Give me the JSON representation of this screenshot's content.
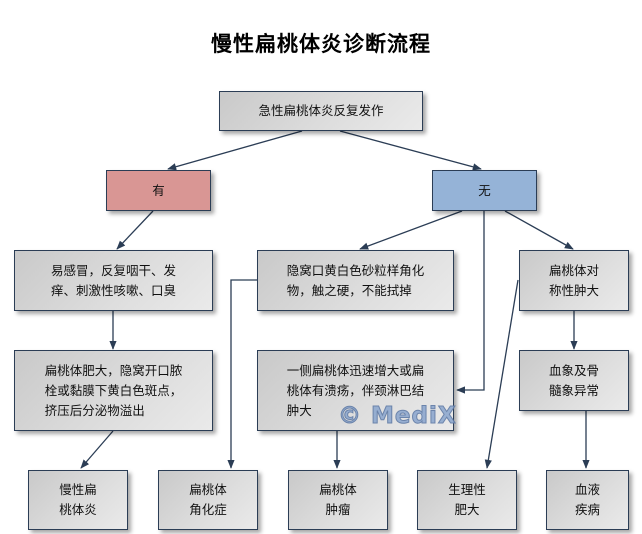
{
  "title": "慢性扁桃体炎诊断流程",
  "colors": {
    "yes_fill": "#d99694",
    "no_fill": "#95b3d7",
    "box_fill": "#d9d9d9",
    "line": "#2b3d55"
  },
  "nodes": {
    "root": "急性扁桃体炎反复发作",
    "yes": "有",
    "no": "无",
    "yes_symptoms": "易感冒，反复咽干、发\n痒、刺激性咳嗽、口臭",
    "yes_signs": "扁桃体肥大，隐窝开口脓\n栓或黏膜下黄白色斑点，\n挤压后分泌物溢出",
    "no_keratosis_sign": "隐窝口黄白色砂粒样角化\n物，触之硬，不能拭掉",
    "no_tumor_sign": "一侧扁桃体迅速增大或扁\n桃体有溃疡，伴颈淋巴结\n肿大",
    "no_symmetric": "扁桃体对\n称性肿大",
    "no_blood_abnormal": "血象及骨\n髓象异常",
    "dx_chronic": "慢性扁\n桃体炎",
    "dx_keratosis": "扁桃体\n角化症",
    "dx_tumor": "扁桃体\n肿瘤",
    "dx_physiologic": "生理性\n肥大",
    "dx_blood": "血液\n疾病"
  },
  "watermark": "© MediX"
}
